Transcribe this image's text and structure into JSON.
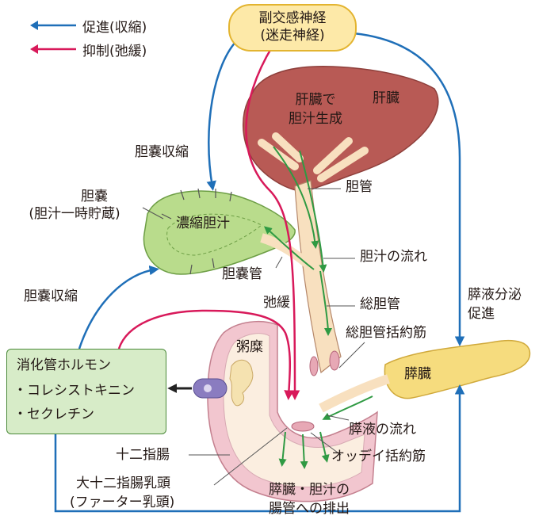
{
  "legend": {
    "promote": {
      "label": "促進(収縮)",
      "color": "#1f6fb8"
    },
    "inhibit": {
      "label": "抑制(弛緩)",
      "color": "#d8195a"
    }
  },
  "vagus": {
    "line1": "副交感神経",
    "line2": "(迷走神経)"
  },
  "liver": {
    "name": "肝臓",
    "process_line1": "肝臓で",
    "process_line2": "胆汁生成"
  },
  "gallbladder": {
    "contract_upper": "胆嚢収縮",
    "contract_lower": "胆嚢収縮",
    "name_line1": "胆嚢",
    "name_line2": "(胆汁一時貯蔵)",
    "inner": "濃縮胆汁",
    "duct": "胆嚢管"
  },
  "ducts": {
    "hepatic": "胆管",
    "bile_flow": "胆汁の流れ",
    "common": "総胆管",
    "relax": "弛緩",
    "sphincter": "総胆管括約筋"
  },
  "pancreas": {
    "name": "膵臓",
    "secretion_line1": "膵液分泌",
    "secretion_line2": "促進",
    "juice_flow": "膵液の流れ"
  },
  "hormone": {
    "line1": "消化管ホルモン",
    "line2": "・コレシストキニン",
    "line3": "・セクレチン"
  },
  "duodenum": {
    "chyme": "粥糜",
    "name": "十二指腸",
    "papilla_line1": "大十二指腸乳頭",
    "papilla_line2": "(ファーター乳頭)",
    "oddi": "オッデイ括約筋",
    "excretion_line1": "膵臓・胆汁の",
    "excretion_line2": "腸管への排出"
  },
  "colors": {
    "liver": "#b85a55",
    "gallbladder": "#b9dc8c",
    "pancreas": "#f6dc7e",
    "duct": "#f8e0bf",
    "duodenum_wall": "#f2c6cf",
    "flow": "#2f9a43",
    "vagus_fill": "#fde9a8",
    "hormone_fill": "#d7ecc8"
  }
}
